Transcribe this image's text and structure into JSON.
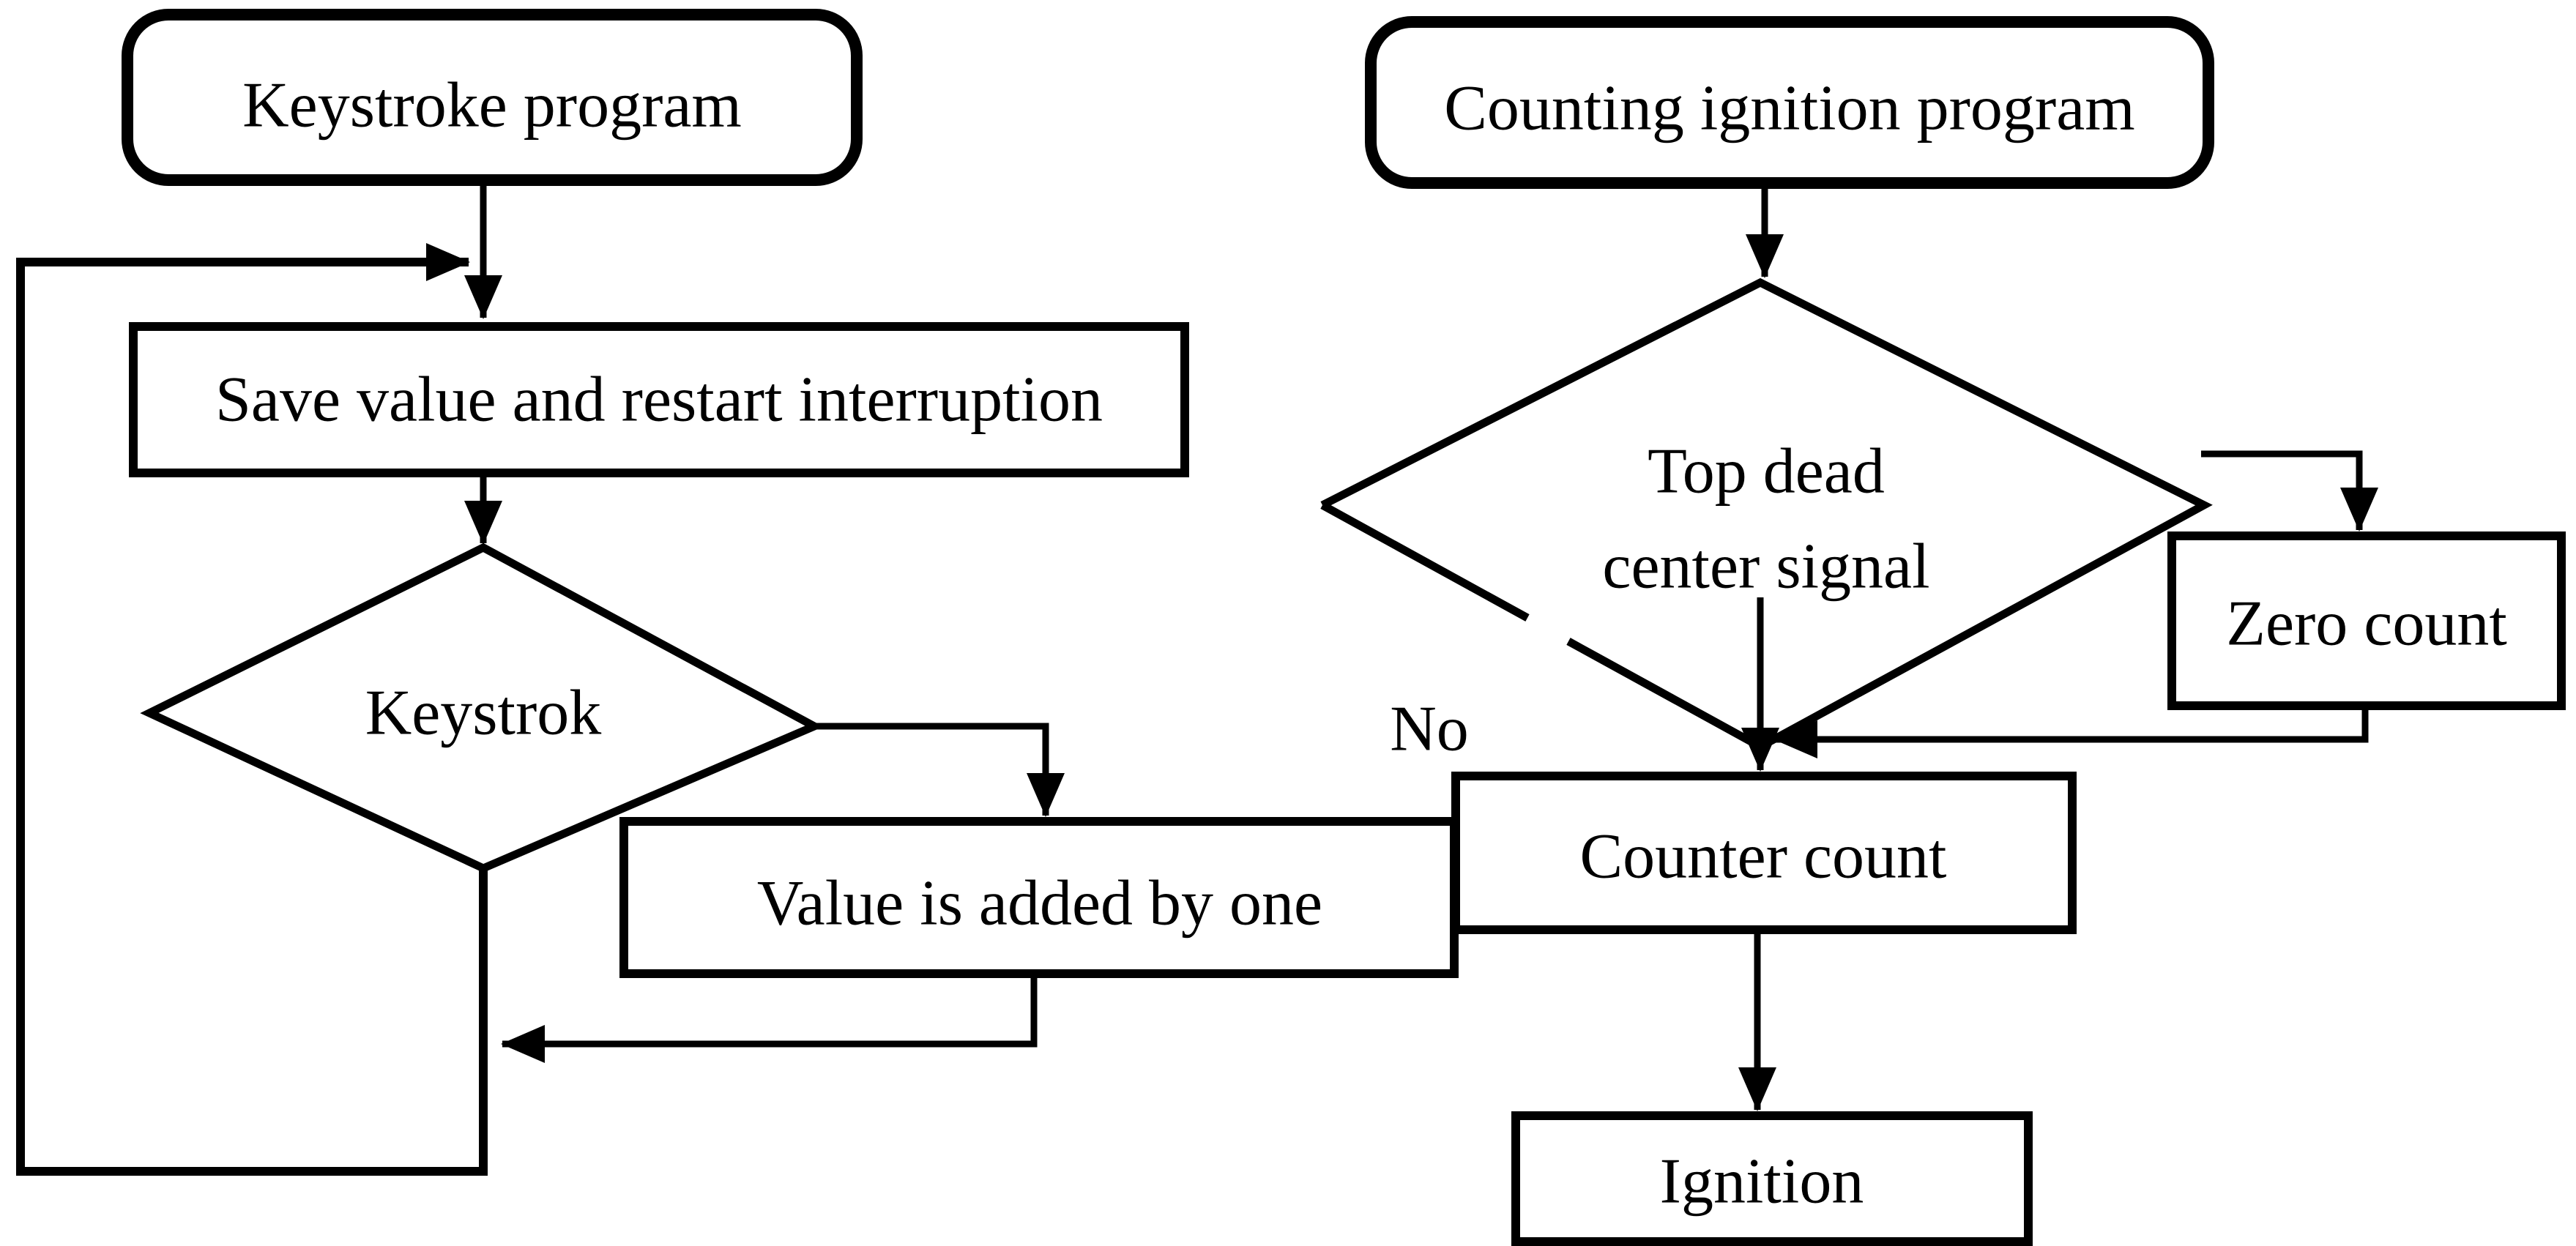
{
  "page": {
    "background_color": "#ffffff",
    "stroke_color": "#000000",
    "text_color": "#000000",
    "kind": "two-column flowchart, scanned line drawing"
  },
  "flows": [
    {
      "id": "keystroke-program-flow",
      "nodes": [
        {
          "id": "keystroke-program",
          "type": "terminator",
          "label": "Keystroke program"
        },
        {
          "id": "save-value-restart-interruption",
          "type": "process",
          "label": "Save value and restart interruption"
        },
        {
          "id": "keystrok-decision",
          "type": "decision",
          "label": "Keystrok"
        },
        {
          "id": "value-added-by-one",
          "type": "process",
          "label": "Value is added by one"
        }
      ],
      "edges": [
        {
          "from": "keystroke-program",
          "to": "save-value-restart-interruption",
          "route": "straight-down",
          "arrow": "down"
        },
        {
          "from": "save-value-restart-interruption",
          "to": "keystrok-decision",
          "route": "straight-down",
          "arrow": "down"
        },
        {
          "from": "keystrok-decision",
          "to": "value-added-by-one",
          "route": "right-then-down",
          "arrow": "down"
        },
        {
          "from": "value-added-by-one",
          "to": "keystrok-decision-exit-line",
          "route": "down-then-left",
          "arrow": "left"
        },
        {
          "from": "keystrok-decision",
          "to": "save-value-restart-interruption",
          "route": "outer-left-loop-up",
          "arrow": "right"
        }
      ]
    },
    {
      "id": "counting-ignition-flow",
      "nodes": [
        {
          "id": "counting-ignition-program",
          "type": "terminator",
          "label": "Counting ignition program"
        },
        {
          "id": "top-dead-center-decision",
          "type": "decision",
          "label_line1": "Top dead",
          "label_line2": "center signal"
        },
        {
          "id": "zero-count",
          "type": "process",
          "label": "Zero count"
        },
        {
          "id": "counter-count",
          "type": "process",
          "label": "Counter count"
        },
        {
          "id": "ignition",
          "type": "process",
          "label": "Ignition"
        }
      ],
      "edge_labels": [
        {
          "id": "no-label",
          "text": "No",
          "position": "left-below-decision"
        }
      ],
      "edges": [
        {
          "from": "counting-ignition-program",
          "to": "top-dead-center-decision",
          "route": "straight-down",
          "arrow": "down"
        },
        {
          "from": "top-dead-center-decision",
          "to": "counter-count",
          "route": "straight-down-through-bottom-vertex",
          "arrow": "down"
        },
        {
          "from": "hook-above-zero-count",
          "to": "zero-count",
          "route": "right-then-down",
          "arrow": "down"
        },
        {
          "from": "zero-count",
          "to": "top-dead-center-decision-exit-line",
          "route": "down-then-left",
          "arrow": "left"
        },
        {
          "from": "counter-count",
          "to": "ignition",
          "route": "straight-down",
          "arrow": "down"
        }
      ]
    }
  ]
}
